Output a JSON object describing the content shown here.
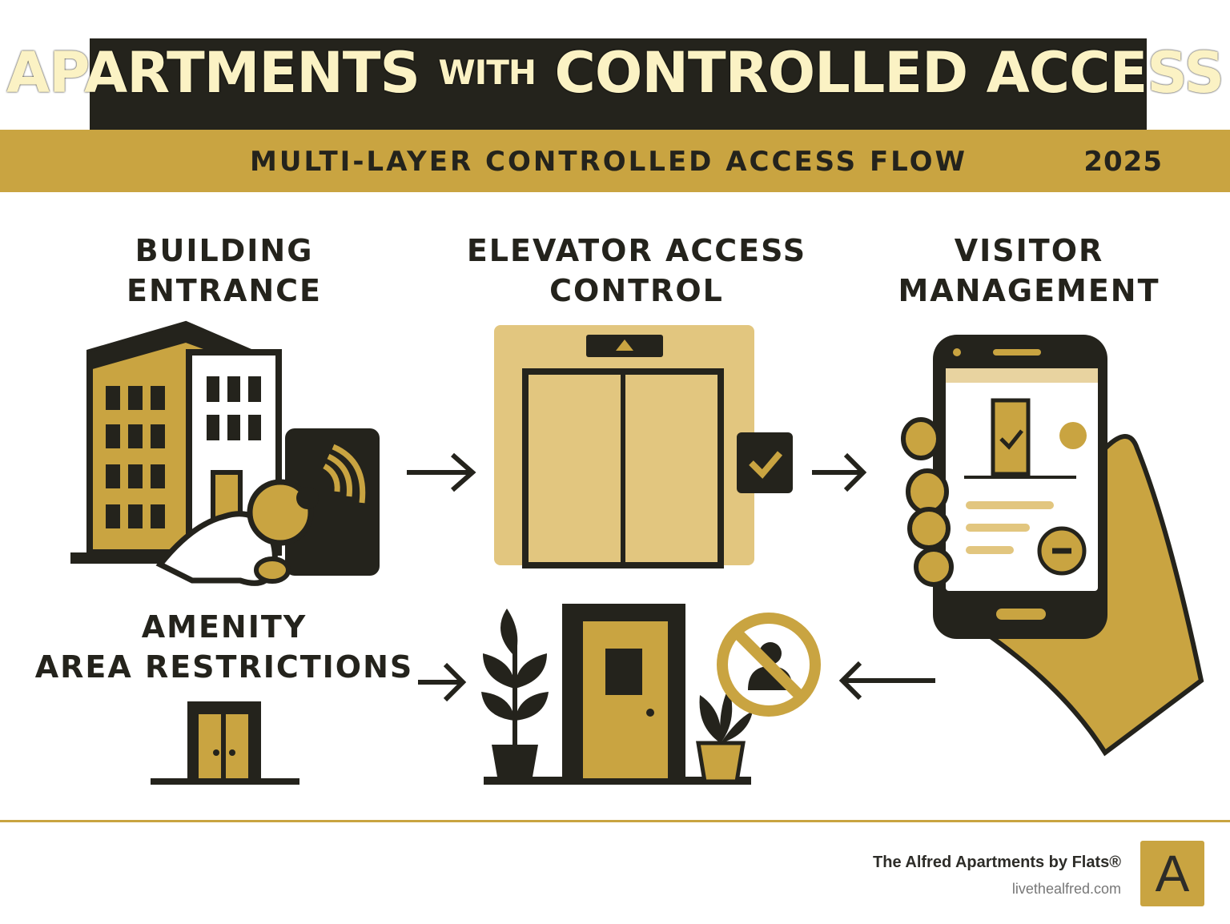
{
  "header": {
    "title_part1": "APARTMENTS",
    "title_with": "WITH",
    "title_part2": "CONTROLLED ACCESS",
    "subtitle": "MULTI-LAYER CONTROLLED ACCESS FLOW",
    "year": "2025"
  },
  "steps": [
    {
      "line1": "BUILDING",
      "line2": "ENTRANCE",
      "icon": "building-keyfob-icon"
    },
    {
      "line1": "ELEVATOR ACCESS",
      "line2": "CONTROL",
      "icon": "elevator-icon"
    },
    {
      "line1": "VISITOR",
      "line2": "MANAGEMENT",
      "icon": "phone-in-hand-icon"
    },
    {
      "line1": "AMENITY",
      "line2": "AREA RESTRICTIONS",
      "icon": "double-door-icon"
    }
  ],
  "footer": {
    "brand": "The Alfred Apartments by Flats®",
    "url": "livethealfred.com",
    "logo_letter": "A"
  },
  "colors": {
    "gold": "#c9a441",
    "light_gold": "#e2c67f",
    "dark": "#24231c",
    "title_text": "#fbf2c4"
  }
}
